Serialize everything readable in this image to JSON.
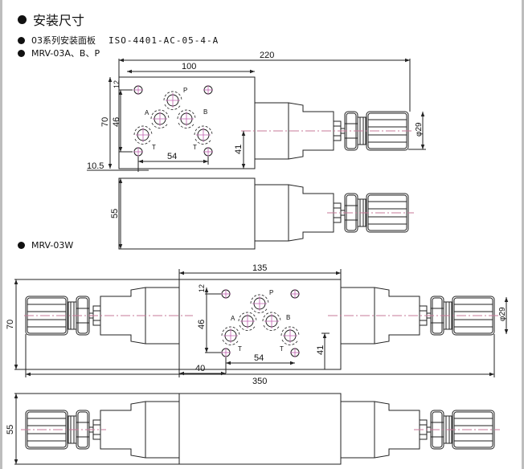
{
  "header": {
    "title": "安装尺寸",
    "subplate_label": "03系列安装面板",
    "subplate_standard": "ISO-4401-AC-05-4-A",
    "model_single": "MRV-03A、B、P",
    "model_double": "MRV-03W"
  },
  "ports": {
    "p": "P",
    "a": "A",
    "b": "B",
    "t": "T"
  },
  "single_dims": {
    "overall_length": "220",
    "plate_width": "100",
    "height": "70",
    "hole_spacing_v": "46",
    "offset_top": "12",
    "offset_left": "10.5",
    "hole_spacing_h": "54",
    "center_height": "41",
    "knob_diameter": "φ29",
    "side_height": "55"
  },
  "double_dims": {
    "plate_width": "135",
    "height": "70",
    "hole_spacing_v": "46",
    "offset_top": "12",
    "hole_spacing_h": "54",
    "center_height": "41",
    "offset_left": "40",
    "overall_length": "350",
    "knob_diameter": "φ29",
    "side_height": "55"
  },
  "colors": {
    "line": "#222222",
    "centerline": "#c77a9a",
    "border": "#bdbdbd"
  }
}
